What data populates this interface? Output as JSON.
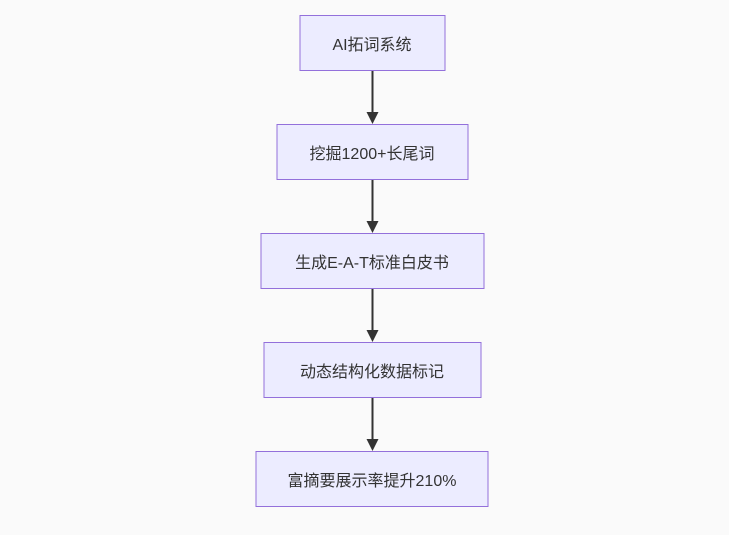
{
  "page": {
    "background_color": "#fafafa"
  },
  "chart_data": {
    "type": "flowchart",
    "direction": "top-down",
    "node_fill": "#ECECFF",
    "node_border": "#9370DB",
    "text_color": "#333333",
    "arrow_color": "#333333",
    "nodes": [
      {
        "id": "n1",
        "label": "AI拓词系统"
      },
      {
        "id": "n2",
        "label": "挖掘1200+长尾词"
      },
      {
        "id": "n3",
        "label": "生成E-A-T标准白皮书"
      },
      {
        "id": "n4",
        "label": "动态结构化数据标记"
      },
      {
        "id": "n5",
        "label": "富摘要展示率提升210%"
      }
    ],
    "edges": [
      {
        "from": "n1",
        "to": "n2"
      },
      {
        "from": "n2",
        "to": "n3"
      },
      {
        "from": "n3",
        "to": "n4"
      },
      {
        "from": "n4",
        "to": "n5"
      }
    ]
  }
}
